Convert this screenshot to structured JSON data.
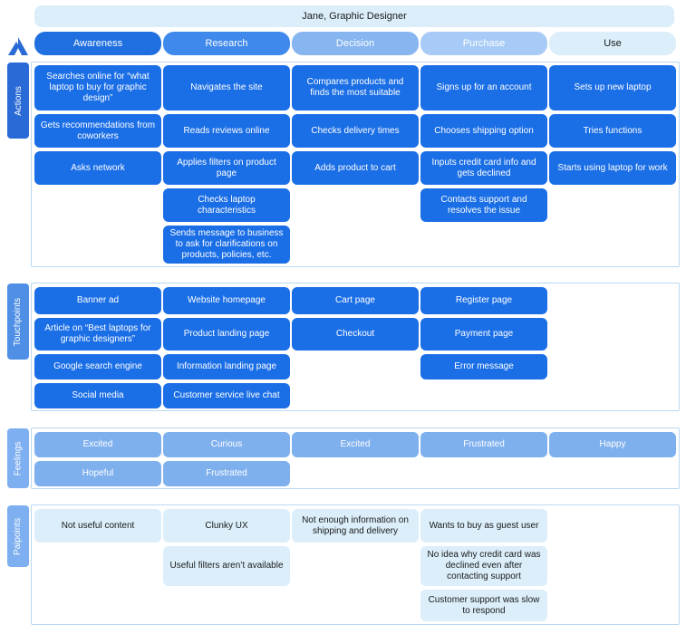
{
  "persona": "Jane, Graphic Designer",
  "stages": [
    "Awareness",
    "Research",
    "Decision",
    "Purchase",
    "Use"
  ],
  "sections": {
    "actions": {
      "label": "Actions",
      "columns": [
        [
          "Searches online for “what laptop to buy for graphic design”",
          "Gets recommendations from coworkers",
          "Asks network"
        ],
        [
          "Navigates the site",
          "Reads reviews online",
          "Applies filters on product page",
          "Checks laptop characteristics",
          "Sends message to business to ask for clarifications on products, policies, etc."
        ],
        [
          "Compares products and finds the most suitable",
          "Checks delivery times",
          "Adds product to cart"
        ],
        [
          "Signs up for an account",
          "Chooses shipping option",
          "Inputs credit card info and gets declined",
          "Contacts support and resolves the issue"
        ],
        [
          "Sets  up new laptop",
          "Tries functions",
          "Starts using laptop for work"
        ]
      ]
    },
    "touchpoints": {
      "label": "Touchpoints",
      "columns": [
        [
          "Banner ad",
          "Article on “Best laptops for graphic designers”",
          "Google search engine",
          "Social media"
        ],
        [
          "Website homepage",
          "Product landing page",
          "Information landing page",
          "Customer service live chat"
        ],
        [
          "Cart page",
          "Checkout"
        ],
        [
          "Register page",
          "Payment page",
          "Error message"
        ],
        []
      ]
    },
    "feelings": {
      "label": "Feelings",
      "columns": [
        [
          "Excited",
          "Hopeful"
        ],
        [
          "Curious",
          "Frustrated"
        ],
        [
          "Excited"
        ],
        [
          "Frustrated"
        ],
        [
          "Happy"
        ]
      ]
    },
    "painpoints": {
      "label": "Paipoints",
      "columns": [
        [
          "Not useful content"
        ],
        [
          "Clunky UX",
          "Useful filters aren’t available"
        ],
        [
          "Not enough information on shipping and delivery"
        ],
        [
          "Wants to buy as guest user",
          "No idea why credit card was declined even after contacting support",
          "Customer support was slow to respond"
        ],
        []
      ]
    }
  },
  "colors": {
    "action_card": "#1a6ee6",
    "feeling_card": "#7fb0ee",
    "painpoint_card": "#dbeefa",
    "section_border": "#b9d8f2"
  },
  "icons": {
    "logo": "brand-triangle-logo-icon"
  }
}
